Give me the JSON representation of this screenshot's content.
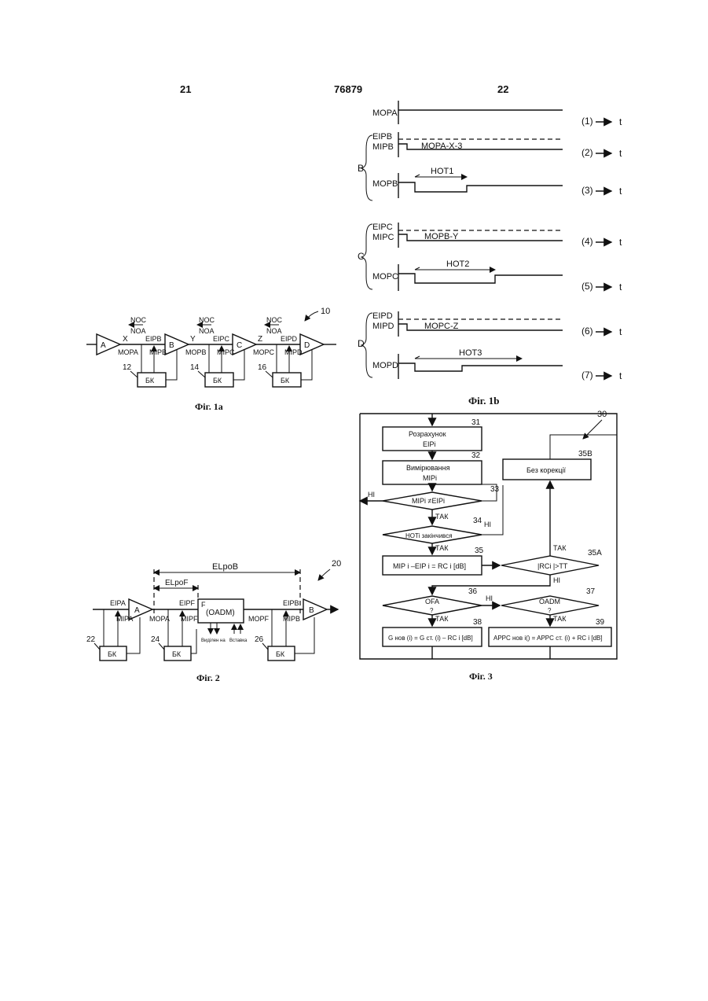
{
  "header": {
    "left": "21",
    "center": "76879",
    "right": "22"
  },
  "fig1b": {
    "caption": "Фіг. 1b",
    "t": "t",
    "group_b": "B",
    "group_c": "C",
    "group_d": "D",
    "signals": {
      "mopa": "MOPA",
      "eipb": "EIPB",
      "mipb": "MIPB",
      "mopb": "MOPB",
      "eipc": "EIPC",
      "mipc": "MIPC",
      "mopc": "MOPC",
      "eipd": "EIPD",
      "mipd": "MIPD",
      "mopd": "MOPD"
    },
    "mop_axy": "MOPA-X-3",
    "mop_by": "MOPB-Y",
    "mop_cz": "MOPC-Z",
    "hot1": "HOT1",
    "hot2": "HOT2",
    "hot3": "HOT3",
    "num": [
      "(1)",
      "(2)",
      "(3)",
      "(4)",
      "(5)",
      "(6)",
      "(7)"
    ]
  },
  "fig1a": {
    "caption": "Фіг. 1a",
    "ref": "10",
    "amps": [
      "A",
      "B",
      "C",
      "D"
    ],
    "nodes": [
      "X",
      "Y",
      "Z"
    ],
    "noc": "NOC",
    "noa": "NOA",
    "eip": [
      "EIPB",
      "EIPC",
      "EIPD"
    ],
    "mip": [
      "MIPB",
      "MIPC",
      "MIPD"
    ],
    "mop": [
      "MOPA",
      "MOPB",
      "MOPC"
    ],
    "bk": "БК",
    "refs": [
      "12",
      "14",
      "16"
    ]
  },
  "fig2": {
    "caption": "Фіг. 2",
    "ref": "20",
    "elpob": "ELpoB",
    "elpof": "ELpoF",
    "eipa": "EIPA",
    "mipa": "MIPA",
    "mopa": "MOPA",
    "eipf": "EIPF",
    "mipf": "MIPF",
    "f": "F",
    "oadm": "(OADM)",
    "mopf": "MOPF",
    "eipb": "EIPB",
    "mipb": "MIPB",
    "amp_a": "A",
    "amp_b": "B",
    "drop": "Виділен на",
    "add": "Вставка",
    "bk": "БК",
    "refs": [
      "22",
      "24",
      "26"
    ]
  },
  "fig3": {
    "caption": "Фіг. 3",
    "ref": "30",
    "b31_l1": "Розрахунок",
    "b31_l2": "EIPi",
    "b32_l1": "Вимірювання",
    "b32_l2": "MIPi",
    "d33": "MIPi ≠EIPi",
    "d34": "HOTi  закінчився",
    "b35": "MIP i –EIP i = RC i [dB]",
    "d35a": "|RCi |>TT",
    "b35b": "Без корекції",
    "d36_l1": "OFA",
    "d36_l2": "?",
    "d37_l1": "OADM",
    "d37_l2": "?",
    "b38": "G нов (i) = G ст. (i) – RC i [dB]",
    "b39": "APPC нов i() = APPC ст. (i) + RC i [dB]",
    "yes": "ТАК",
    "no": "НІ",
    "refs": {
      "r31": "31",
      "r32": "32",
      "r33": "33",
      "r34": "34",
      "r35": "35",
      "r35a": "35A",
      "r35b": "35B",
      "r36": "36",
      "r37": "37",
      "r38": "38",
      "r39": "39"
    }
  }
}
